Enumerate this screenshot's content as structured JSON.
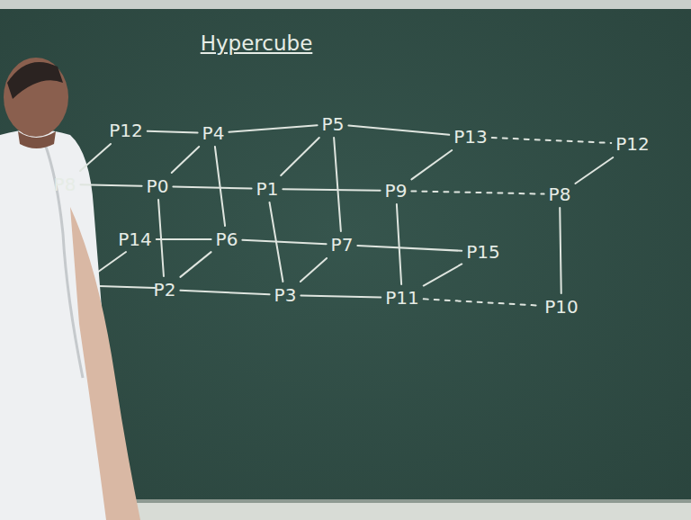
{
  "diagram": {
    "title": "Hypercube",
    "nodes": [
      {
        "text": [
          "P12"
        ]
      },
      {
        "text": [
          "P4"
        ]
      },
      {
        "text": [
          "P5"
        ]
      },
      {
        "text": [
          "P13"
        ]
      },
      {
        "text": [
          "P12"
        ]
      },
      {
        "text": [
          "P8"
        ]
      },
      {
        "text": [
          "P0"
        ]
      },
      {
        "text": [
          "P1"
        ]
      },
      {
        "text": [
          "P9"
        ]
      },
      {
        "text": [
          "P8"
        ]
      },
      {
        "text": [
          "P14"
        ]
      },
      {
        "text": [
          "P6"
        ]
      },
      {
        "text": [
          "P7"
        ]
      },
      {
        "text": [
          "P15"
        ]
      },
      {
        "text": [
          "P2"
        ]
      },
      {
        "text": [
          "P3"
        ]
      },
      {
        "text": [
          "P11"
        ]
      },
      {
        "text": [
          "P10"
        ]
      }
    ],
    "edges": [
      {
        "from": 0,
        "to": 1,
        "arrow": "none"
      },
      {
        "from": 1,
        "to": 2,
        "arrow": "none"
      },
      {
        "from": 2,
        "to": 3,
        "arrow": "none"
      },
      {
        "from": 3,
        "to": 4,
        "arrow": "none"
      },
      {
        "from": 5,
        "to": 6,
        "arrow": "none"
      },
      {
        "from": 6,
        "to": 7,
        "arrow": "none"
      },
      {
        "from": 7,
        "to": 8,
        "arrow": "none"
      },
      {
        "from": 8,
        "to": 9,
        "arrow": "none"
      },
      {
        "from": 0,
        "to": 5,
        "arrow": "none"
      },
      {
        "from": 1,
        "to": 6,
        "arrow": "none"
      },
      {
        "from": 2,
        "to": 7,
        "arrow": "none"
      },
      {
        "from": 3,
        "to": 8,
        "arrow": "none"
      },
      {
        "from": 4,
        "to": 9,
        "arrow": "none"
      },
      {
        "from": 1,
        "to": 11,
        "arrow": "none"
      },
      {
        "from": 2,
        "to": 12,
        "arrow": "none"
      },
      {
        "from": 6,
        "to": 14,
        "arrow": "none"
      },
      {
        "from": 7,
        "to": 15,
        "arrow": "none"
      },
      {
        "from": 8,
        "to": 16,
        "arrow": "none"
      },
      {
        "from": 9,
        "to": 17,
        "arrow": "none"
      },
      {
        "from": 10,
        "to": 11,
        "arrow": "none"
      },
      {
        "from": 11,
        "to": 12,
        "arrow": "none"
      },
      {
        "from": 12,
        "to": 13,
        "arrow": "none"
      },
      {
        "from": 11,
        "to": 14,
        "arrow": "none"
      },
      {
        "from": 12,
        "to": 15,
        "arrow": "none"
      },
      {
        "from": 13,
        "to": 16,
        "arrow": "none"
      },
      {
        "from": 14,
        "to": 15,
        "arrow": "none"
      },
      {
        "from": 15,
        "to": 16,
        "arrow": "none"
      },
      {
        "from": 16,
        "to": 17,
        "arrow": "none"
      }
    ]
  }
}
